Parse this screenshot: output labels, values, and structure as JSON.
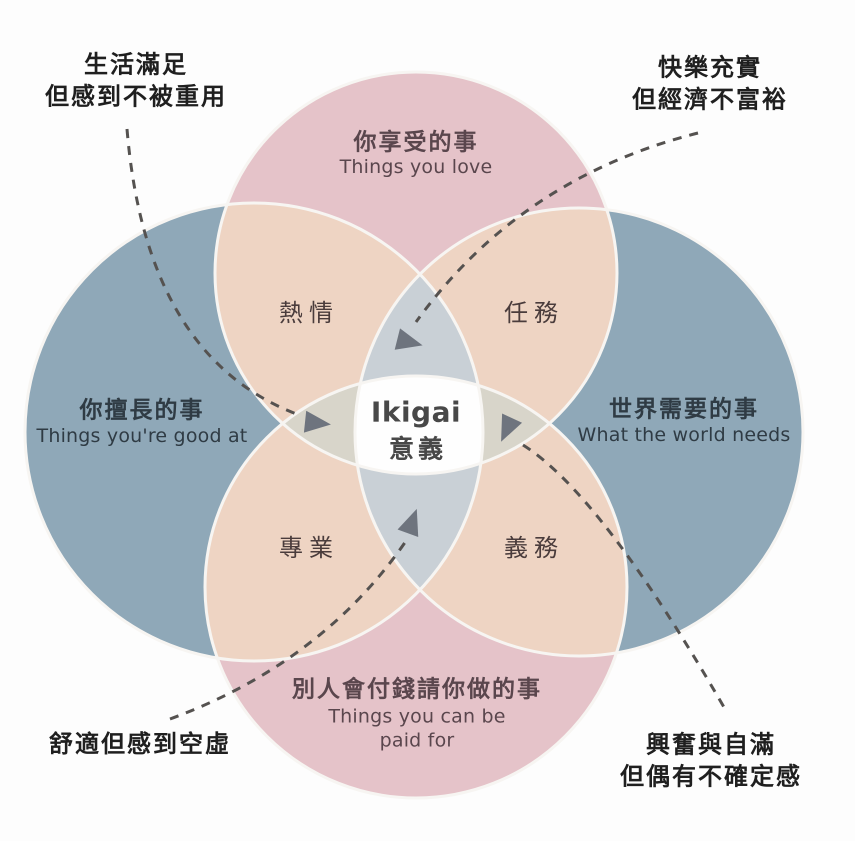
{
  "diagram": {
    "background": "#fdfdfd",
    "center": {
      "en": "Ikigai",
      "zh": "意義",
      "fill": "#fefefe"
    },
    "circles": {
      "top": {
        "zh": "你享受的事",
        "en": "Things you love",
        "color": "#e5c3c9"
      },
      "left": {
        "zh": "你擅長的事",
        "en": "Things you're good at",
        "color": "#8fa8b8"
      },
      "right": {
        "zh": "世界需要的事",
        "en": "What the world needs",
        "color": "#8fa8b8"
      },
      "bottom": {
        "zh": "別人會付錢請你做的事",
        "en_line1": "Things you can be",
        "en_line2": "paid for",
        "color": "#e5c3c9"
      }
    },
    "overlaps": {
      "passion": "熱情",
      "mission": "任務",
      "profession": "專業",
      "vocation": "義務",
      "adjacent_color": "#eed4c3",
      "top_bottom_color": "#d8d5ca",
      "left_right_color": "#c9d0d6"
    },
    "notes": {
      "top_left": {
        "line1": "生活滿足",
        "line2": "但感到不被重用"
      },
      "top_right": {
        "line1": "快樂充實",
        "line2": "但經濟不富裕"
      },
      "bottom_left": {
        "line1": "舒適但感到空虛"
      },
      "bottom_right": {
        "line1": "興奮與自滿",
        "line2": "但偶有不確定感"
      }
    },
    "style": {
      "outline": "#f7f5f2",
      "dash": "#555250",
      "arrow": "#6e747e"
    }
  }
}
